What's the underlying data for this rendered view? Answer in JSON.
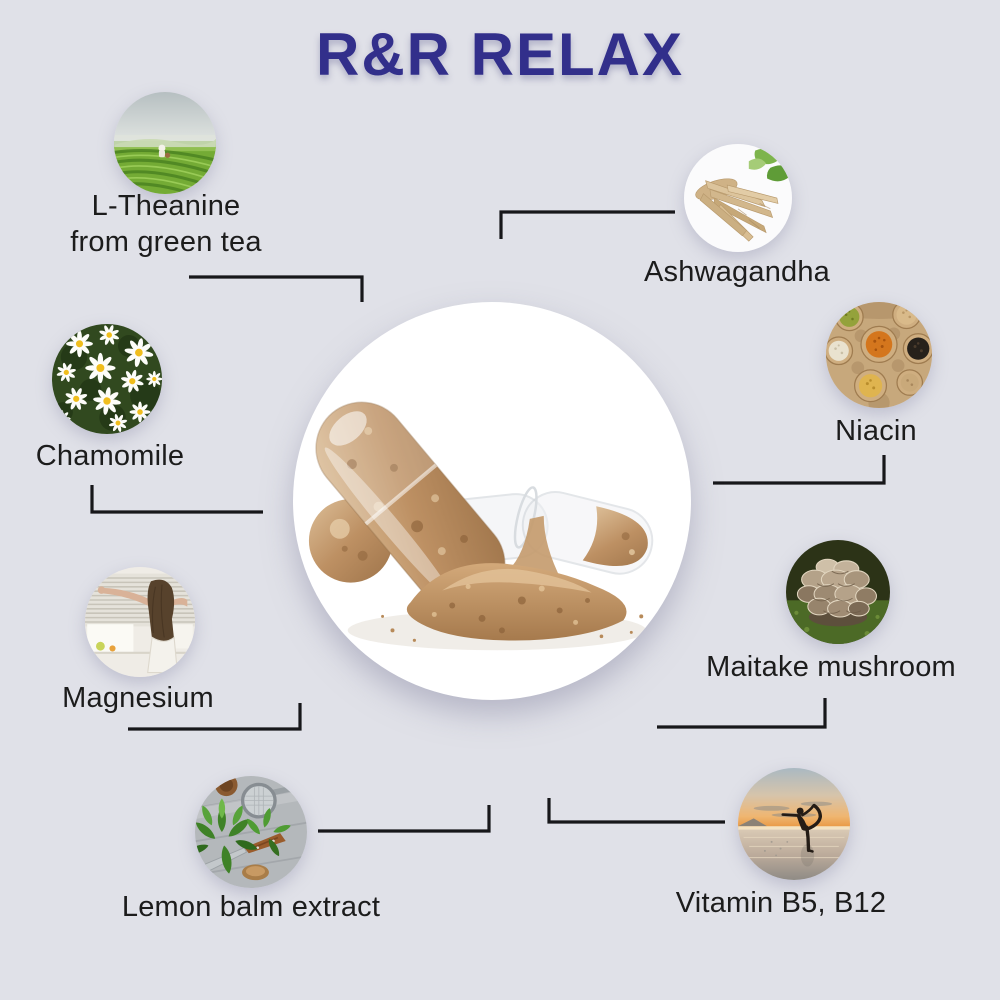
{
  "title": "R&R RELAX",
  "colors": {
    "background": "#e0e1e8",
    "title_text": "#322f8b",
    "label_text": "#1c1c1c",
    "connector": "#17171a",
    "center_circle_background": "#ffffff",
    "powder_tan": "#c49a6c"
  },
  "center": {
    "image": "opened-supplement-capsules-with-beige-powder"
  },
  "ingredients": [
    {
      "id": "l-theanine",
      "label_line1": "L-Theanine",
      "label_line2": "from green tea",
      "image": "green-tea-plantation"
    },
    {
      "id": "ashwagandha",
      "label_line1": "Ashwagandha",
      "image": "ashwagandha-roots-and-leaves"
    },
    {
      "id": "chamomile",
      "label_line1": "Chamomile",
      "image": "chamomile-daisy-flowers"
    },
    {
      "id": "niacin",
      "label_line1": "Niacin",
      "image": "sacks-of-grains-and-seeds"
    },
    {
      "id": "magnesium",
      "label_line1": "Magnesium",
      "image": "woman-stretching-at-window"
    },
    {
      "id": "maitake",
      "label_line1": "Maitake mushroom",
      "image": "maitake-mushroom-cluster"
    },
    {
      "id": "lemon-balm",
      "label_line1": "Lemon balm extract",
      "image": "lemon-balm-herbs-on-board"
    },
    {
      "id": "vitamin-b",
      "label_line1": "Vitamin B5, B12",
      "image": "yoga-pose-on-sunset-beach"
    }
  ]
}
